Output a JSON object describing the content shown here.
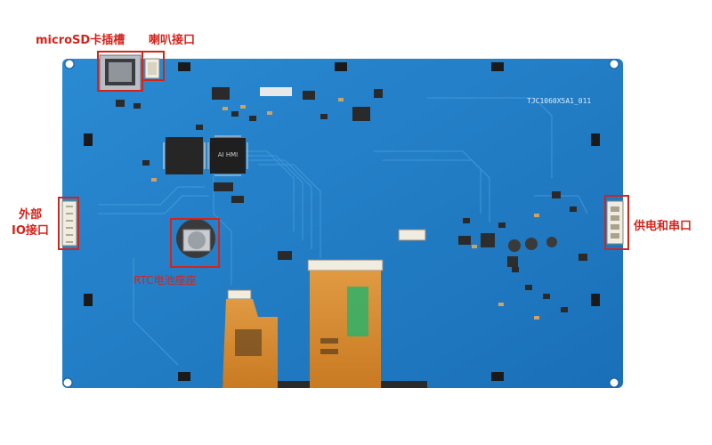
{
  "callouts": {
    "microsd": "microSD卡插槽",
    "speaker": "喇叭接口",
    "external_io_line1": "外部",
    "external_io_line2": "IO接口",
    "power_serial": "供电和串口",
    "rtc": "RTC电池座座"
  },
  "board": {
    "model_marking": "TJC1060X5A1_011",
    "chip_marking": "AI HMI",
    "pcb_color": "#1e7fc8",
    "flex_color": "#d88a2e",
    "callout_color": "#d3241c"
  }
}
